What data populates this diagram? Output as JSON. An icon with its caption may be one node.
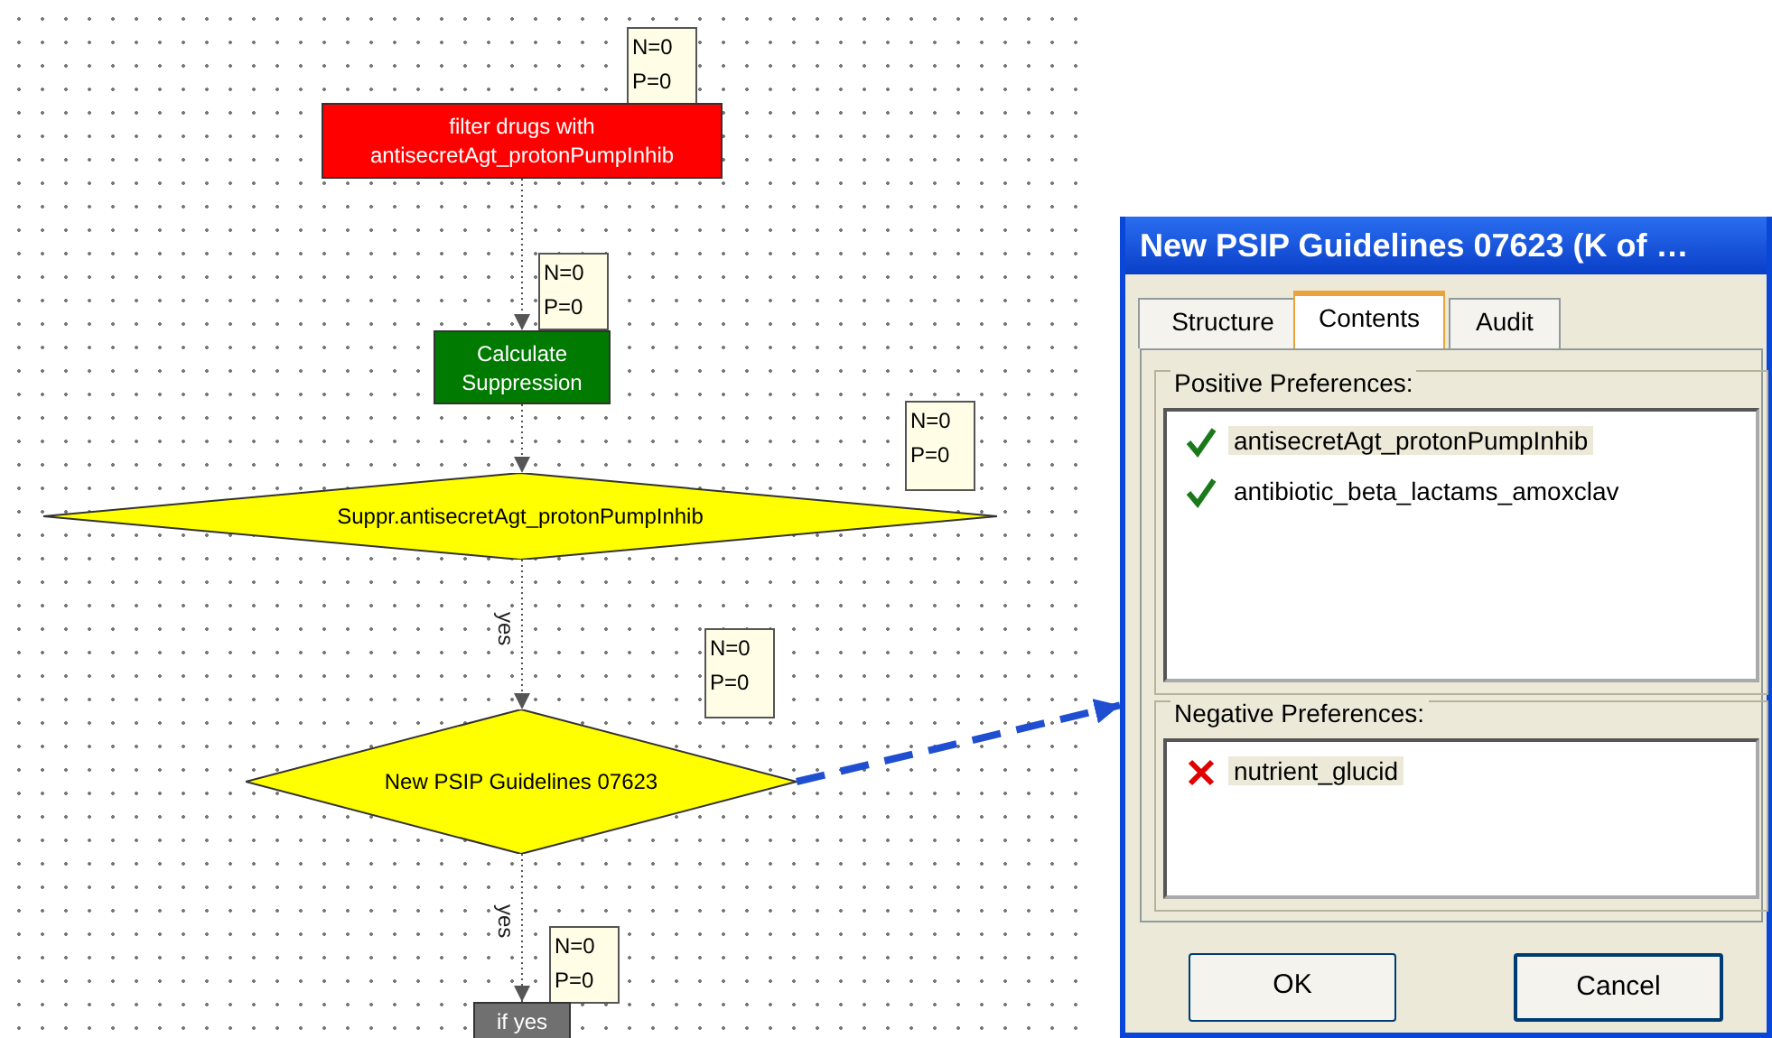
{
  "diagram": {
    "nodes": [
      {
        "text": [
          "N=0",
          "P=0"
        ]
      },
      {
        "text": [
          "filter drugs with antisecretAgt_protonPumpInhib"
        ]
      },
      {
        "text": [
          "N=0",
          "P=0"
        ]
      },
      {
        "text": [
          "Calculate Suppression"
        ]
      },
      {
        "text": [
          "N=0",
          "P=0"
        ]
      },
      {
        "text": [
          "Suppr.antisecretAgt_protonPumpInhib"
        ]
      },
      {
        "text": [
          "N=0",
          "P=0"
        ]
      },
      {
        "text": [
          "New PSIP Guidelines 07623"
        ]
      },
      {
        "text": [
          "N=0",
          "P=0"
        ]
      },
      {
        "text": [
          "if yes"
        ]
      },
      {
        "text": [
          "New PSIP Guidelines 07623 (K of …"
        ]
      },
      {
        "text": [
          "Positive Preferences:",
          "antisecretAgt_protonPumpInhib",
          "antibiotic_beta_lactams_amoxclav"
        ],
        "in": 10
      },
      {
        "text": [
          "Negative Preferences:",
          "nutrient_glucid"
        ],
        "in": 10
      }
    ],
    "edges": [
      {
        "from": 1,
        "to": 3,
        "arrow": "to"
      },
      {
        "from": 3,
        "to": 5,
        "arrow": "to"
      },
      {
        "from": 5,
        "to": 7,
        "arrow": "to",
        "label": "yes"
      },
      {
        "from": 7,
        "to": 9,
        "arrow": "to",
        "label": "yes"
      },
      {
        "from": 7,
        "to": 10,
        "arrow": "to",
        "style": "dashed",
        "color": "#1f4fd0"
      }
    ],
    "labels": [
      "Structure",
      "Contents",
      "Audit",
      "OK",
      "Cancel"
    ]
  }
}
